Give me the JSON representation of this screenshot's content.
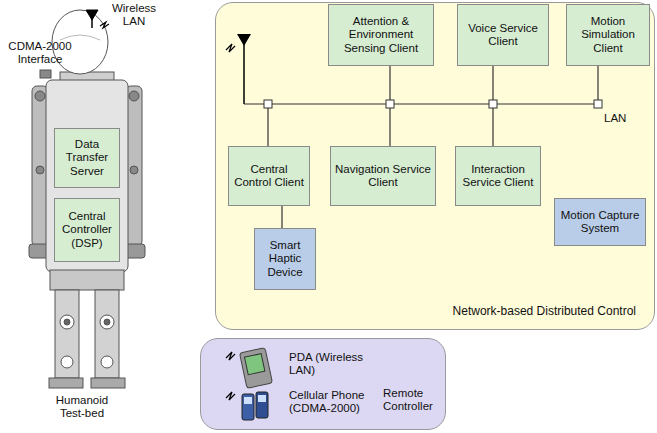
{
  "diagram": {
    "nodes": [
      {
        "text": [
          "Data Transfer Server"
        ]
      },
      {
        "text": [
          "Central Controller (DSP)"
        ]
      },
      {
        "text": [
          "Network-based Distributed Control"
        ]
      },
      {
        "text": [
          "Attention & Environment Sensing Client"
        ],
        "in": 2
      },
      {
        "text": [
          "Voice Service Client"
        ],
        "in": 2
      },
      {
        "text": [
          "Motion Simulation Client"
        ],
        "in": 2
      },
      {
        "text": [
          "Central Control Client"
        ],
        "in": 2
      },
      {
        "text": [
          "Navigation Service Client"
        ],
        "in": 2
      },
      {
        "text": [
          "Interaction Service Client"
        ],
        "in": 2
      },
      {
        "text": [
          "Smart Haptic Device"
        ],
        "in": 2
      },
      {
        "text": [
          "Motion Capture System"
        ],
        "in": 2
      },
      {
        "text": [
          "PDA (Wireless LAN)",
          "Cellular Phone (CDMA-2000)",
          "Remote Controller"
        ]
      }
    ],
    "edges": [
      {
        "from": 6,
        "to": 9,
        "arrow": "none"
      },
      {
        "from": 8,
        "to": 10,
        "arrow": "none"
      }
    ],
    "labels": [
      "Wireless LAN",
      "CDMA-2000 Interface",
      "Humanoid Test-bed",
      "LAN"
    ]
  }
}
